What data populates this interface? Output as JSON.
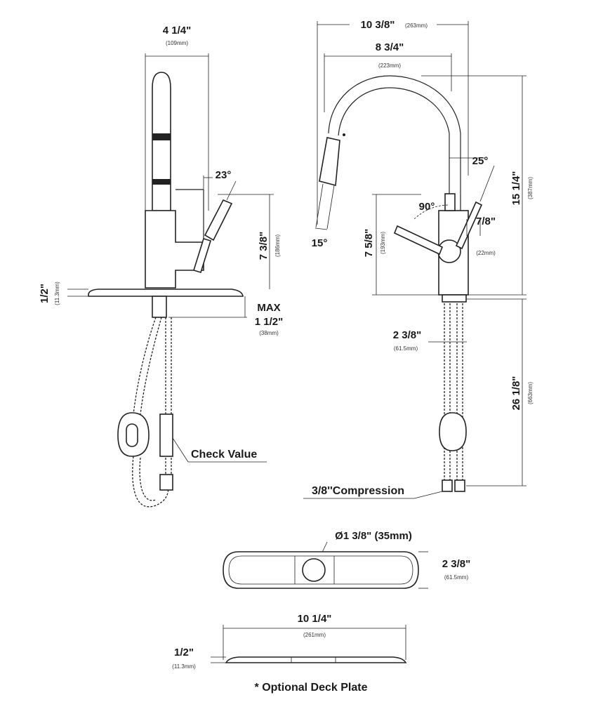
{
  "side_view": {
    "width_dim": "4 1/4\"",
    "width_dim_mm": "(109mm)",
    "handle_angle": "23°",
    "handle_height_dim": "7 3/8\"",
    "handle_height_dim_mm": "(186mm)",
    "plate_thickness_dim": "1/2\"",
    "plate_thickness_dim_mm": "(11.3mm)",
    "max_label": "MAX",
    "max_deck_dim": "1 1/2\"",
    "max_deck_dim_mm": "(38mm)",
    "check_valve_label": "Check Value"
  },
  "front_view": {
    "overall_reach_dim": "10 3/8\"",
    "overall_reach_dim_mm": "(263mm)",
    "spout_reach_dim": "8 3/4\"",
    "spout_reach_dim_mm": "(223mm)",
    "handle_angle": "25°",
    "overall_height_dim": "15 1/4\"",
    "overall_height_dim_mm": "(387mm)",
    "rotation_angle": "90°",
    "handle_offset_dim": "7/8\"",
    "handle_offset_dim_mm": "(22mm)",
    "spray_angle": "15°",
    "handle_height_dim": "7 5/8\"",
    "handle_height_dim_mm": "(193mm)",
    "base_dim": "2 3/8\"",
    "base_dim_mm": "(61.5mm)",
    "supply_length_dim": "26 1/8\"",
    "supply_length_dim_mm": "(663mm)",
    "compression_label": "3/8''Compression"
  },
  "deck_plate": {
    "hole_dim": "Ø1 3/8\" (35mm)",
    "height_dim": "2 3/8\"",
    "height_dim_mm": "(61.5mm)",
    "length_dim": "10 1/4\"",
    "length_dim_mm": "(261mm)",
    "thickness_dim": "1/2\"",
    "thickness_dim_mm": "(11.3mm)",
    "caption": "* Optional Deck Plate"
  }
}
